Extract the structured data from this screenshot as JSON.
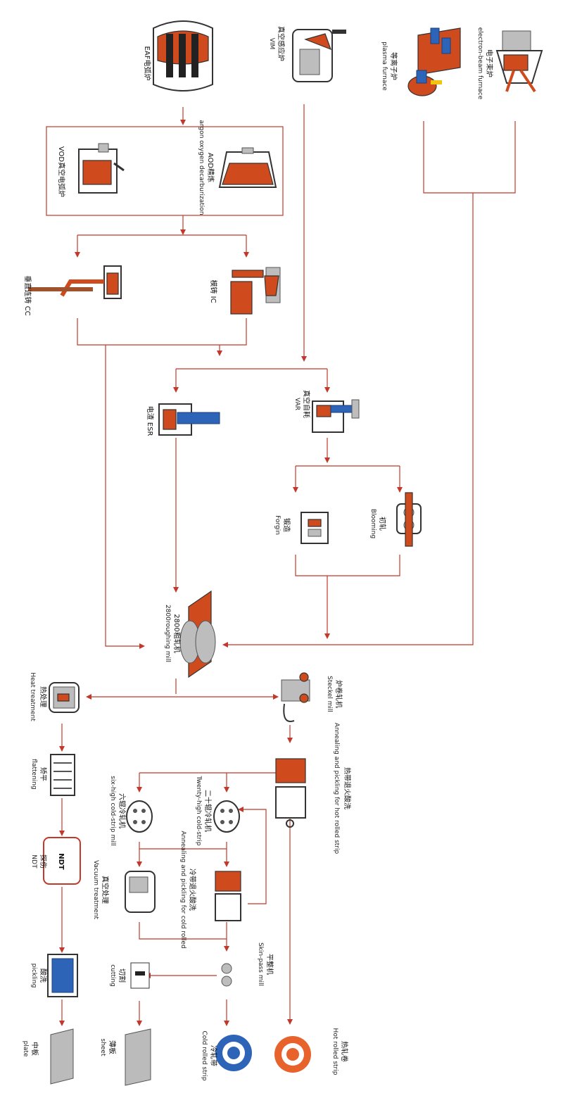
{
  "nodes": {
    "eaf": {
      "zh": "EAF电弧炉",
      "en": ""
    },
    "vim": {
      "zh": "真空感应炉",
      "en": "VIM"
    },
    "ebeam": {
      "zh": "电子束炉",
      "en": "electron-beam furnace"
    },
    "plasma": {
      "zh": "等离子炉",
      "en": "plasma furnace"
    },
    "aod": {
      "zh": "AOD精炼",
      "en": "argon oxygen decarburization"
    },
    "vod": {
      "zh": "VOD真空电弧炉",
      "en": ""
    },
    "ic": {
      "zh": "模铸 IC",
      "en": ""
    },
    "cc": {
      "zh": "垂直连铸 CC",
      "en": ""
    },
    "esr": {
      "zh": "电渣 ESR",
      "en": ""
    },
    "var": {
      "zh": "真空自耗",
      "en": "VAR"
    },
    "forging": {
      "zh": "锻造",
      "en": "Forgin"
    },
    "blooming": {
      "zh": "初轧",
      "en": "Blooming"
    },
    "roughing": {
      "zh": "2800粗轧机",
      "en": "2800roughing mill"
    },
    "heat": {
      "zh": "热处理",
      "en": "Heat treatment"
    },
    "steckel": {
      "zh": "炉卷轧机",
      "en": "Steckel mill"
    },
    "flattening": {
      "zh": "矫平",
      "en": "flattening"
    },
    "annealhot": {
      "zh": "热带退火酸洗",
      "en": "Annealing and pickling for hot rolled strip"
    },
    "twentyhigh": {
      "zh": "二十辊冷轧机",
      "en": "Twenty-high cold-strip"
    },
    "sixhigh": {
      "zh": "六辊冷轧机",
      "en": "six-high cold-strip mill"
    },
    "ndt": {
      "zh": "探伤",
      "en": "NDT",
      "badge": "NDT"
    },
    "vacuum": {
      "zh": "真空处理",
      "en": "Vacuum treatment"
    },
    "annealcold": {
      "zh": "冷带退火酸洗",
      "en": "Annealing and pickling for cold rolled"
    },
    "pickling": {
      "zh": "酸洗",
      "en": "pickling"
    },
    "skinpass": {
      "zh": "平整机",
      "en": "Skin-pass mill"
    },
    "cutting": {
      "zh": "切割",
      "en": "cutting"
    },
    "plate": {
      "zh": "中板",
      "en": "plate"
    },
    "sheet": {
      "zh": "薄板",
      "en": "sheet"
    },
    "coldstrip": {
      "zh": "冷轧带",
      "en": "Cold rolled strip"
    },
    "hotstrip": {
      "zh": "热轧卷",
      "en": "Hot rolled strip"
    }
  },
  "colors": {
    "arrow": "#c0392b",
    "molten": "#cf4b1e",
    "blue": "#2d64b8",
    "outline": "#333333"
  }
}
